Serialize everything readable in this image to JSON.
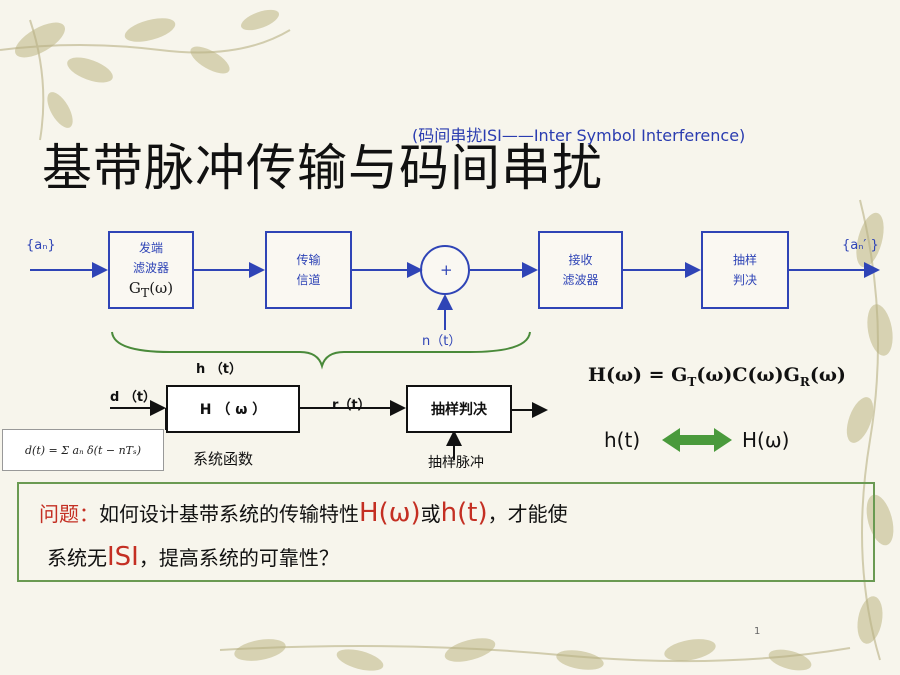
{
  "title": "基带脉冲传输与码间串扰",
  "subtitle": "(码间串扰ISI——Inter Symbol Interference)",
  "top_diagram": {
    "input_label": "{aₙ}",
    "output_label": "{aₙ′ }",
    "tx_filter": {
      "line1": "发端",
      "line2": "滤波器",
      "func": "G_T(ω)"
    },
    "channel": {
      "line1": "传输",
      "line2": "信道"
    },
    "adder_symbol": "+",
    "rx_filter": {
      "line1": "接收",
      "line2": "滤波器"
    },
    "sampler": {
      "line1": "抽样",
      "line2": "判决"
    },
    "noise_label": "n（t）"
  },
  "bottom_diagram": {
    "h_label": "h （t）",
    "input_label": "d （t）",
    "system_block": "H （ ω ）",
    "r_label": "r（t）",
    "decision_block": "抽样判决",
    "system_func_label": "系统函数",
    "sample_pulse_label": "抽样脉冲",
    "formula": "d(t) = Σ aₙ δ(t − nTₛ)"
  },
  "formula_H": {
    "lhs": "H(ω) = ",
    "gt": "G",
    "gt_sub": "T",
    "mid": "(ω)C(ω)G",
    "gr_sub": "R",
    "end": "(ω)"
  },
  "pair": {
    "left": "h(t)",
    "right": "H(ω)"
  },
  "question": {
    "prefix": "问题：",
    "part1": "如何设计基带系统的传输特性",
    "Hw": "H(ω)",
    "or": "或",
    "ht": "h(t)",
    "part2": "，才能使",
    "line2a": "系统无",
    "isi": "ISI",
    "line2b": "，提高系统的可靠性？"
  },
  "page_number": "1",
  "colors": {
    "diagram_blue": "#2f44b6",
    "question_red": "#c42f23",
    "arrow_green": "#4a9a3c",
    "frame_green": "#6a9a52"
  }
}
